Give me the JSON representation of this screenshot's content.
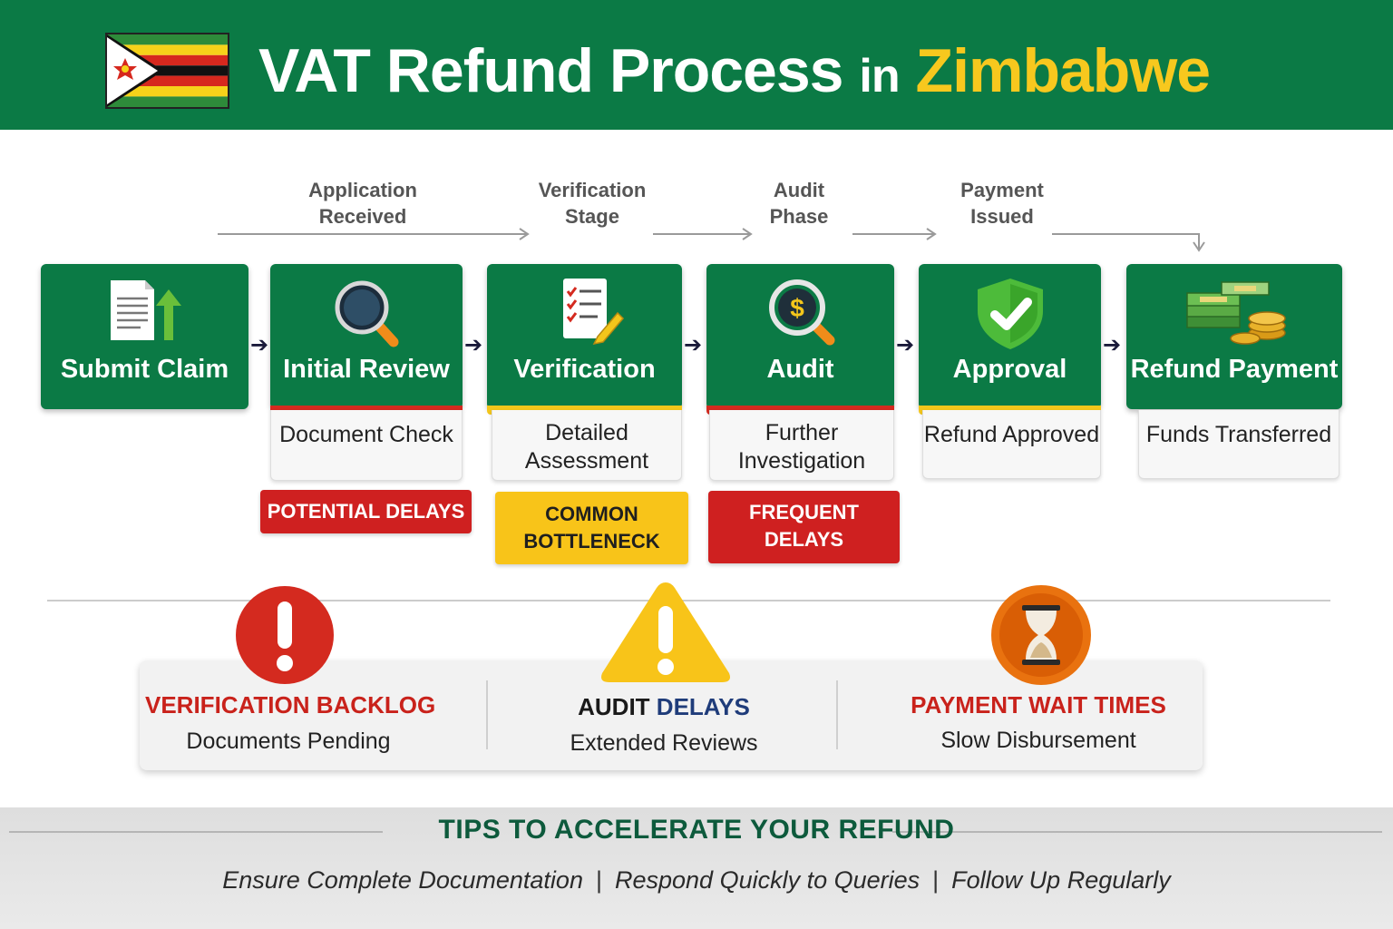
{
  "header": {
    "title_main": "VAT Refund Process",
    "title_in": "in",
    "title_country": "Zimbabwe",
    "colors": {
      "green": "#0b7a45",
      "yellow": "#f7c81e"
    }
  },
  "stage_labels": [
    {
      "line1": "Application",
      "line2": "Received"
    },
    {
      "line1": "Verification",
      "line2": "Stage"
    },
    {
      "line1": "Audit",
      "line2": "Phase"
    },
    {
      "line1": "Payment",
      "line2": "Issued"
    }
  ],
  "steps": [
    {
      "name": "Submit Claim",
      "icon": "document-upload-icon",
      "detail_line1": "",
      "detail_line2": "",
      "stripe": ""
    },
    {
      "name": "Initial Review",
      "icon": "magnifier-icon",
      "detail_line1": "Document Check",
      "detail_line2": "",
      "stripe": "#d42a1f"
    },
    {
      "name": "Verification",
      "icon": "checklist-icon",
      "detail_line1": "Detailed",
      "detail_line2": "Assessment",
      "stripe": "#f3c61b"
    },
    {
      "name": "Audit",
      "icon": "dollar-magnifier-icon",
      "detail_line1": "Further",
      "detail_line2": "Investigation",
      "stripe": "#d42a1f"
    },
    {
      "name": "Approval",
      "icon": "shield-check-icon",
      "detail_line1": "Refund Approved",
      "detail_line2": "",
      "stripe": "#f3c61b"
    },
    {
      "name": "Refund Payment",
      "icon": "money-stack-icon",
      "detail_line1": "Funds Transferred",
      "detail_line2": "",
      "stripe": ""
    }
  ],
  "tags": [
    {
      "line1": "POTENTIAL DELAYS",
      "line2": ""
    },
    {
      "line1": "COMMON",
      "line2": "BOTTLENECK"
    },
    {
      "line1": "FREQUENT",
      "line2": "DELAYS"
    }
  ],
  "issues": [
    {
      "icon": "exclamation-circle-icon",
      "title": "VERIFICATION BACKLOG",
      "subtitle": "Documents Pending"
    },
    {
      "icon": "warning-triangle-icon",
      "title_part1": "AUDIT",
      "title_part2": "DELAYS",
      "subtitle": "Extended Reviews"
    },
    {
      "icon": "hourglass-icon",
      "title": "PAYMENT WAIT TIMES",
      "subtitle": "Slow Disbursement"
    }
  ],
  "footer": {
    "title": "TIPS TO ACCELERATE YOUR REFUND",
    "tips": [
      "Ensure Complete Documentation",
      "Respond Quickly to Queries",
      "Follow Up Regularly"
    ],
    "separator": "|"
  }
}
